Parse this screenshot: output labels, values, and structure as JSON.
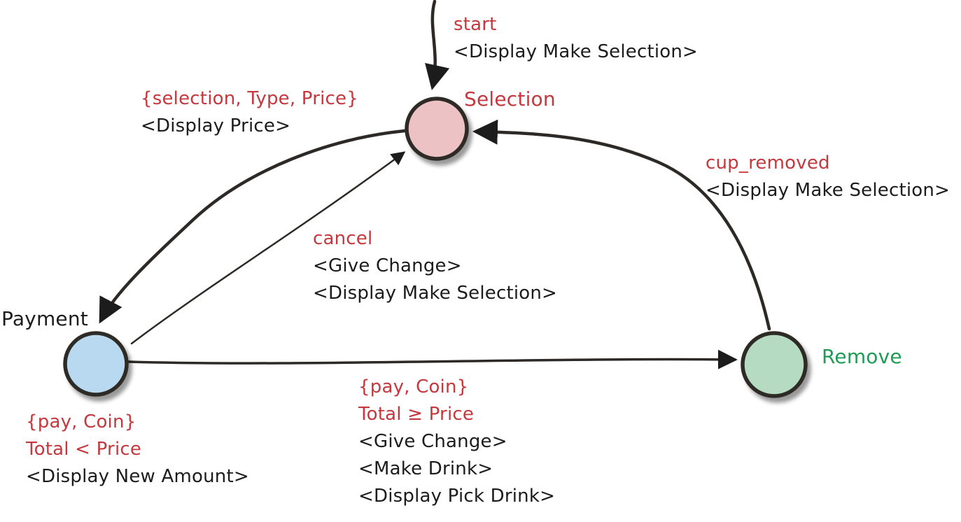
{
  "diagram_type": "state-machine",
  "colors": {
    "event_text_red": "#c5383e",
    "action_text_black": "#1c1c1c",
    "remove_label_green": "#1f9d55",
    "selection_node_fill": "#ecc2c5",
    "payment_node_fill": "#b9d9f0",
    "remove_node_fill": "#b5dcc3",
    "edge_stroke": "#2d2926",
    "background": "#ffffff"
  },
  "states": {
    "selection": {
      "label": "Selection"
    },
    "payment": {
      "label": "Payment"
    },
    "remove": {
      "label": "Remove"
    }
  },
  "transitions": {
    "start": {
      "event": "start",
      "actions": [
        "<Display Make Selection>"
      ]
    },
    "select_drink": {
      "event": "{selection, Type, Price}",
      "actions": [
        "<Display Price>"
      ]
    },
    "cancel": {
      "event": "cancel",
      "actions": [
        "<Give Change>",
        "<Display Make Selection>"
      ]
    },
    "cup_removed": {
      "event": "cup_removed",
      "actions": [
        "<Display Make Selection>"
      ]
    },
    "pay_insufficient": {
      "event": "{pay, Coin}",
      "guard": "Total < Price",
      "actions": [
        "<Display New Amount>"
      ]
    },
    "pay_sufficient": {
      "event": "{pay, Coin}",
      "guard": "Total ≥ Price",
      "actions": [
        "<Give Change>",
        "<Make Drink>",
        "<Display Pick Drink>"
      ]
    }
  }
}
